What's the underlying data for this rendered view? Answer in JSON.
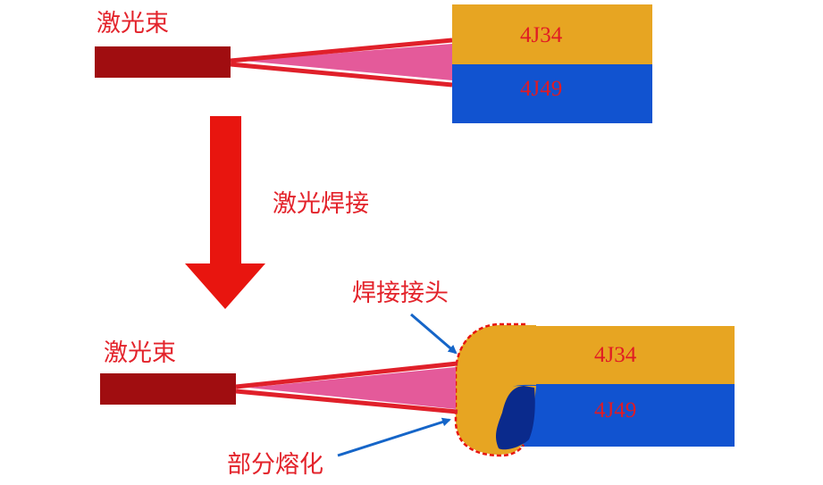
{
  "top_section": {
    "beam_label": "激光束",
    "upper_plate_label": "4J34",
    "lower_plate_label": "4J49"
  },
  "process_arrow": {
    "label": "激光焊接"
  },
  "bottom_section": {
    "beam_label": "激光束",
    "joint_label": "焊接接头",
    "melt_label": "部分熔化",
    "upper_plate_label": "4J34",
    "lower_plate_label": "4J49"
  },
  "colors": {
    "beam_body": "#a00d10",
    "beam_line": "#e0202a",
    "beam_fill": "#e45a9a",
    "upper_plate": "#e7a522",
    "lower_plate": "#1153d0",
    "process_arrow": "#e8150f",
    "pointer_arrow": "#1565c8",
    "melt_pool": "#0a2a8c",
    "label_red": "#e3232b"
  }
}
